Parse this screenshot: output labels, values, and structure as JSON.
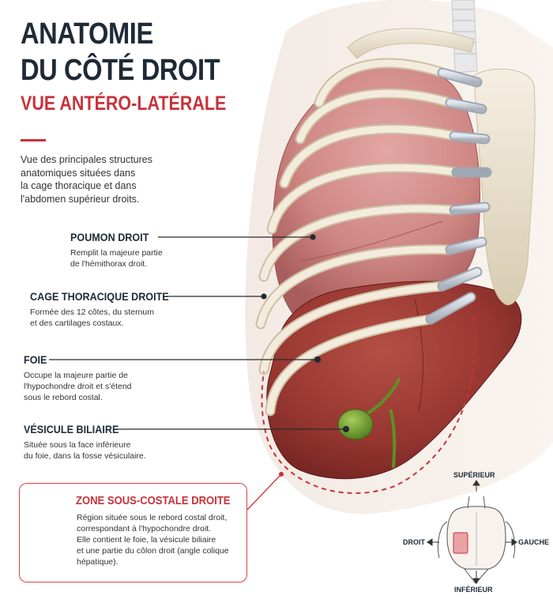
{
  "header": {
    "title_line1": "ANATOMIE",
    "title_line2": "DU CÔTÉ DROIT",
    "subtitle": "VUE ANTÉRO-LATÉRALE",
    "accent_color": "#c8323a",
    "title_color": "#1f2a36"
  },
  "intro": {
    "lines": [
      "Vue des principales structures",
      "anatomiques situées dans",
      "la cage thoracique et dans",
      "l'abdomen supérieur droits."
    ]
  },
  "labels": [
    {
      "title": "POUMON DROIT",
      "lines": [
        "Remplit la majeure partie",
        "de l'hémithorax droit."
      ]
    },
    {
      "title": "CAGE THORACIQUE DROITE",
      "lines": [
        "Formée des 12 côtes, du sternum",
        "et des cartilages costaux."
      ]
    },
    {
      "title": "FOIE",
      "lines": [
        "Occupe la majeure partie de",
        "l'hypochondre droit et s'étend",
        "sous le rebord costal."
      ]
    },
    {
      "title": "VÉSICULE BILIAIRE",
      "lines": [
        "Située sous la face inférieure",
        "du foie, dans la fosse vésiculaire."
      ]
    }
  ],
  "zone": {
    "title": "ZONE SOUS-COSTALE DROITE",
    "icon": "crosshair-target-icon",
    "lines": [
      "Région située sous le rebord costal droit,",
      "correspondant à l'hypochondre droit.",
      "Elle contient le foie, la vésicule biliaire",
      "et une partie du côlon droit (angle colique",
      "hépatique)."
    ]
  },
  "orientation": {
    "top": "SUPÉRIEUR",
    "bottom": "INFÉRIEUR",
    "left": "DROIT",
    "right": "GAUCHE"
  },
  "colors": {
    "lung": "#cf8a89",
    "liver": "#9e3b34",
    "gallbladder": "#7aa536",
    "bone": "#ece5d6",
    "cartilage": "#c9ced6"
  }
}
